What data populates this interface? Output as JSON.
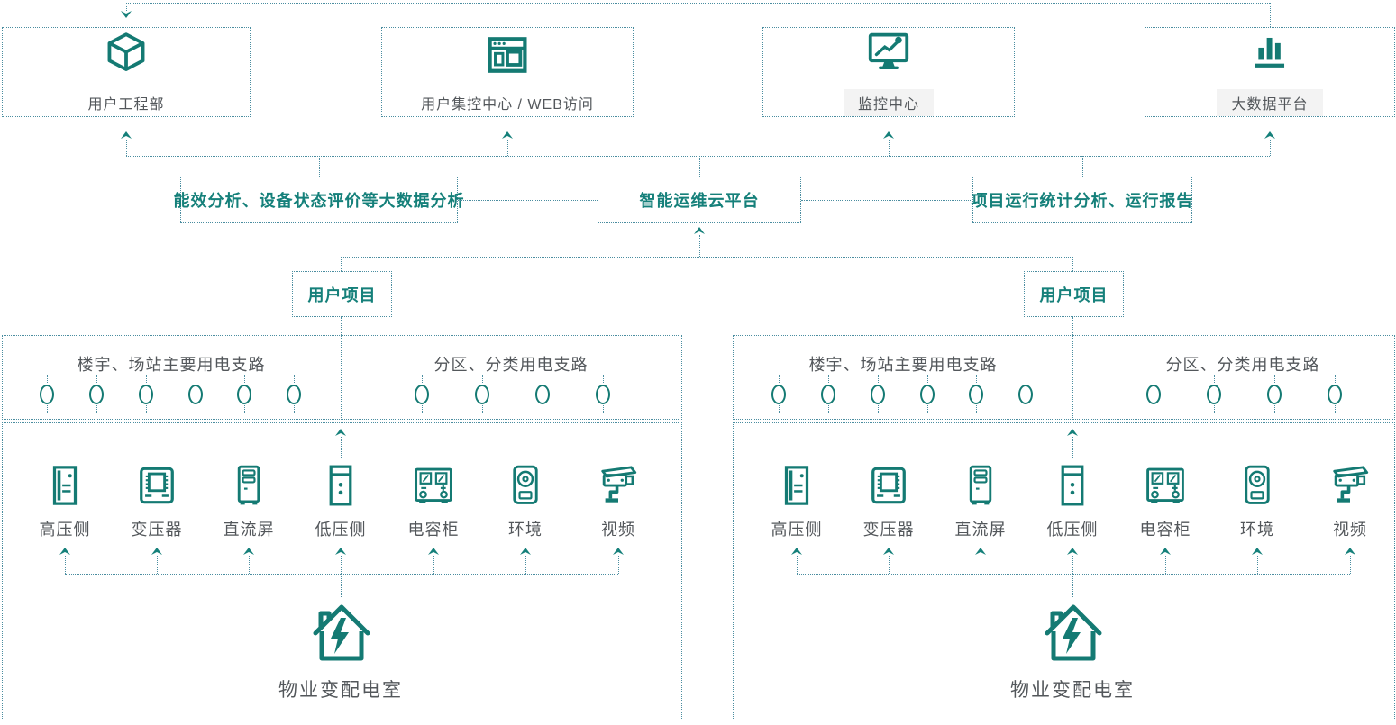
{
  "top_nodes": [
    {
      "label": "用户工程部",
      "icon": "cube-icon"
    },
    {
      "label": "用户集控中心 / WEB访问",
      "icon": "browser-icon"
    },
    {
      "label": "监控中心",
      "icon": "monitor-chart-icon"
    },
    {
      "label": "大数据平台",
      "icon": "bar-chart-icon"
    }
  ],
  "mid_nodes": [
    {
      "label": "能效分析、设备状态评价等大数据分析"
    },
    {
      "label": "智能运维云平台"
    },
    {
      "label": "项目运行统计分析、运行报告"
    }
  ],
  "stations": [
    {
      "project_label": "用户项目",
      "main_branches_title": "楼宇、场站主要用电支路",
      "main_branch_count": 6,
      "sub_branches_title": "分区、分类用电支路",
      "sub_branch_count": 4,
      "equipment": [
        "高压侧",
        "变压器",
        "直流屏",
        "低压侧",
        "电容柜",
        "环境",
        "视频"
      ],
      "room_label": "物业变配电室"
    },
    {
      "project_label": "用户项目",
      "main_branches_title": "楼宇、场站主要用电支路",
      "main_branch_count": 6,
      "sub_branches_title": "分区、分类用电支路",
      "sub_branch_count": 4,
      "equipment": [
        "高压侧",
        "变压器",
        "直流屏",
        "低压侧",
        "电容柜",
        "环境",
        "视频"
      ],
      "room_label": "物业变配电室"
    }
  ],
  "colors": {
    "teal": "#147a73",
    "teal_text": "#15807a",
    "line": "#4a8da0",
    "text_gray": "#53575b"
  }
}
